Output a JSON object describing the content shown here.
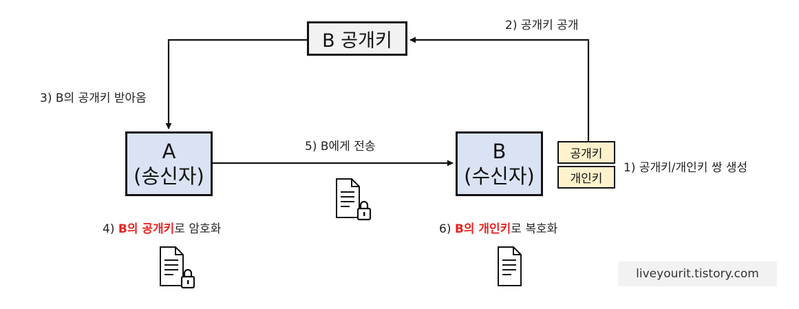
{
  "public_key_box": {
    "label": "B 공개키"
  },
  "sender": {
    "line1": "A",
    "line2": "(송신자)"
  },
  "receiver": {
    "line1": "B",
    "line2": "(수신자)"
  },
  "key_pair": {
    "public": "공개키",
    "private": "개인키"
  },
  "steps": {
    "s1": "1) 공개키/개인키 쌍 생성",
    "s2": "2) 공개키 공개",
    "s3": "3) B의 공개키 받아옴",
    "s4_prefix": "4) ",
    "s4_highlight": "B의 공개키",
    "s4_suffix": "로 암호화",
    "s5": "5) B에게 전송",
    "s6_prefix": "6) ",
    "s6_highlight": "B의 개인키",
    "s6_suffix": "로 복호화"
  },
  "icons": [
    "document-lock-icon",
    "document-lock-icon",
    "document-icon"
  ],
  "watermark": "liveyourit.tistory.com",
  "colors": {
    "party_fill": "#dae3f3",
    "key_fill": "#fff2cc",
    "highlight": "#e8231f",
    "public_key_fill": "#f2f2f2"
  }
}
